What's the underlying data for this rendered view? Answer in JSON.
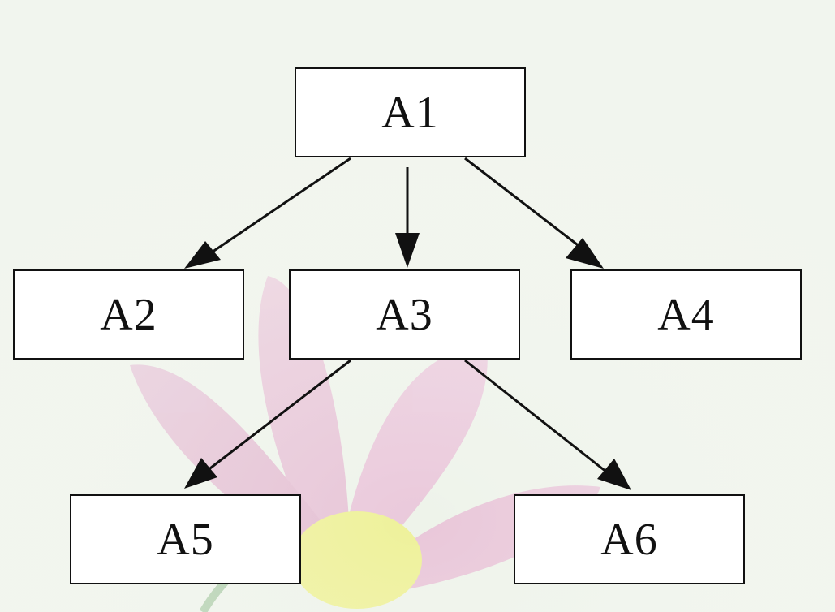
{
  "nodes": {
    "a1": "A1",
    "a2": "A2",
    "a3": "A3",
    "a4": "A4",
    "a5": "A5",
    "a6": "A6"
  },
  "edges": [
    {
      "from": "A1",
      "to": "A2"
    },
    {
      "from": "A1",
      "to": "A3"
    },
    {
      "from": "A1",
      "to": "A4"
    },
    {
      "from": "A3",
      "to": "A5"
    },
    {
      "from": "A3",
      "to": "A6"
    }
  ],
  "colors": {
    "background": "#eef3ea",
    "flower_petal": "#e6a9cf",
    "flower_center": "#ecec5a",
    "stroke": "#111111"
  }
}
